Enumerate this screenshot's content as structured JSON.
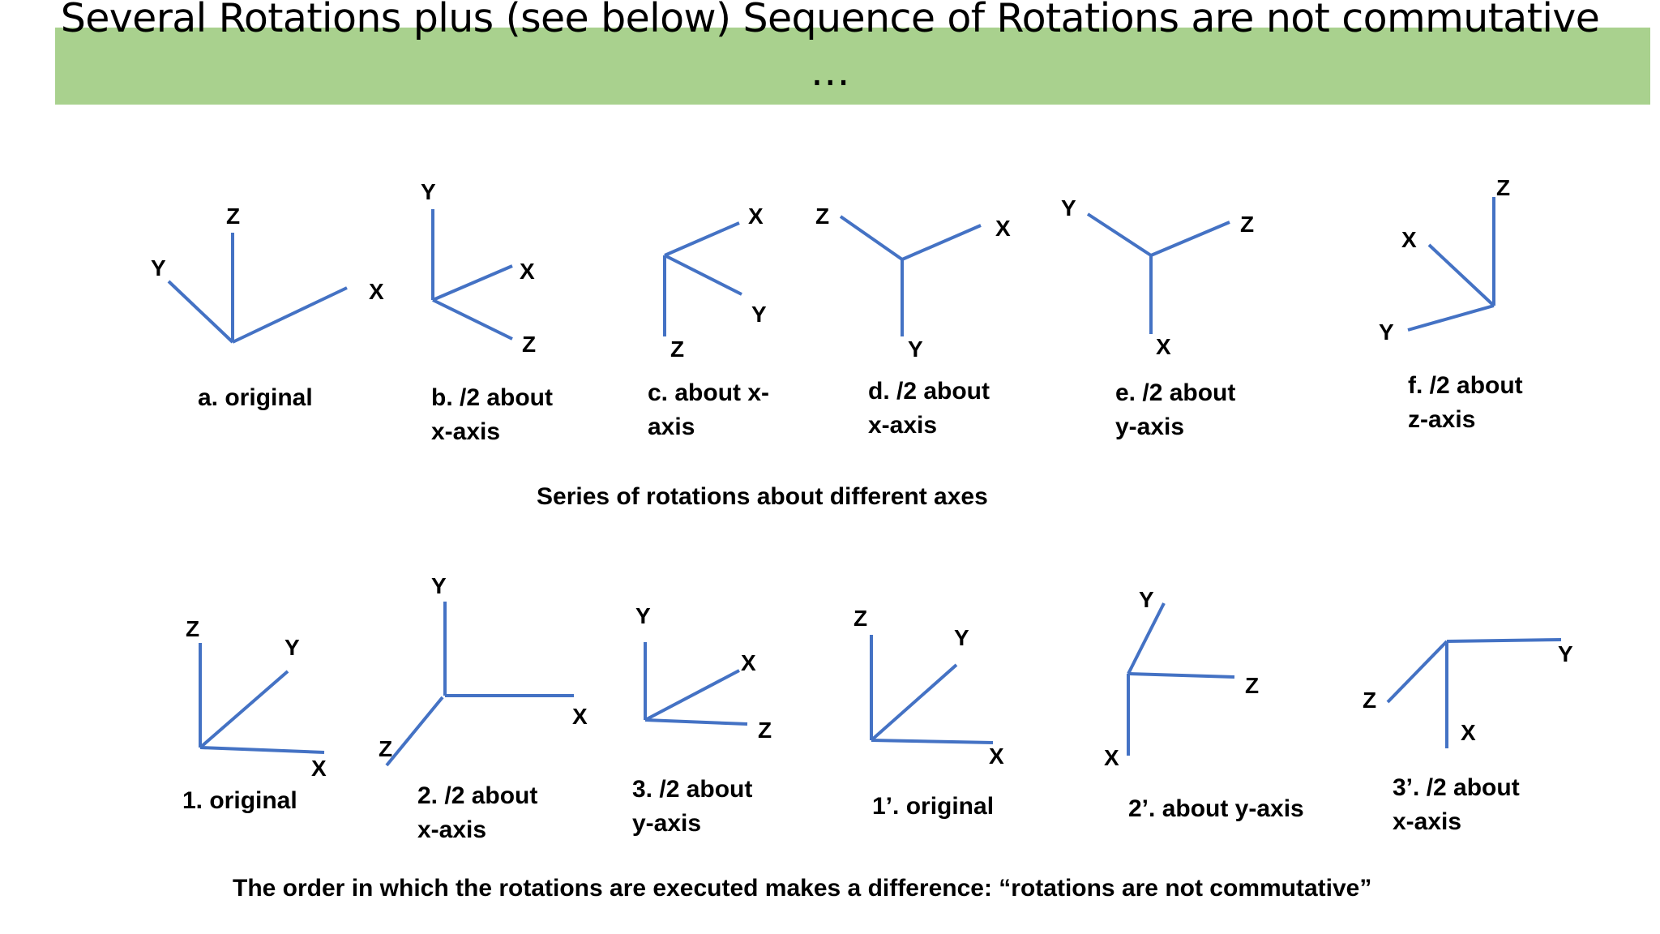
{
  "slide": {
    "title_line1": "Several Rotations plus (see below) Sequence of Rotations are not commutative",
    "title_line2": "…",
    "colors": {
      "title_band": "#a9d18e",
      "axis": "#4472c4",
      "text": "#000000"
    }
  },
  "row1": {
    "caption": "Series of rotations about different axes",
    "diagrams": [
      {
        "id": "a",
        "labels": {
          "Y": "Y",
          "Z": "Z",
          "X": "X"
        },
        "caption": [
          "a. original"
        ]
      },
      {
        "id": "b",
        "labels": {
          "Y": "Y",
          "X": "X",
          "Z": "Z"
        },
        "caption": [
          "b. /2 about",
          "x-axis"
        ]
      },
      {
        "id": "c",
        "labels": {
          "X": "X",
          "Y": "Y",
          "Z": "Z"
        },
        "caption": [
          "c.  about x-",
          "axis"
        ]
      },
      {
        "id": "d",
        "labels": {
          "Z": "Z",
          "X": "X",
          "Y": "Y"
        },
        "caption": [
          "d. /2 about",
          "x-axis"
        ]
      },
      {
        "id": "e",
        "labels": {
          "Y": "Y",
          "Z": "Z",
          "X": "X"
        },
        "caption": [
          "e. /2 about",
          "y-axis"
        ]
      },
      {
        "id": "f",
        "labels": {
          "Z": "Z",
          "X": "X",
          "Y": "Y"
        },
        "caption": [
          "f. /2 about",
          "z-axis"
        ]
      }
    ]
  },
  "row2": {
    "caption": "The order in which the rotations are executed makes a difference: “rotations are not commutative”",
    "diagrams": [
      {
        "id": "1",
        "labels": {
          "Z": "Z",
          "Y": "Y",
          "X": "X"
        },
        "caption": [
          "1. original"
        ]
      },
      {
        "id": "2",
        "labels": {
          "Y": "Y",
          "X": "X",
          "Z": "Z"
        },
        "caption": [
          "2. /2 about",
          "x-axis"
        ]
      },
      {
        "id": "3",
        "labels": {
          "Y": "Y",
          "X": "X",
          "Z": "Z"
        },
        "caption": [
          "3. /2 about",
          "y-axis"
        ]
      },
      {
        "id": "1p",
        "labels": {
          "Z": "Z",
          "Y": "Y",
          "X": "X"
        },
        "caption": [
          "1’. original"
        ]
      },
      {
        "id": "2p",
        "labels": {
          "Y": "Y",
          "Z": "Z",
          "X": "X"
        },
        "caption": [
          "2’.  about y-axis"
        ]
      },
      {
        "id": "3p",
        "labels": {
          "Z": "Z",
          "Y": "Y",
          "X": "X"
        },
        "caption": [
          "3’. /2 about",
          "x-axis"
        ]
      }
    ]
  }
}
